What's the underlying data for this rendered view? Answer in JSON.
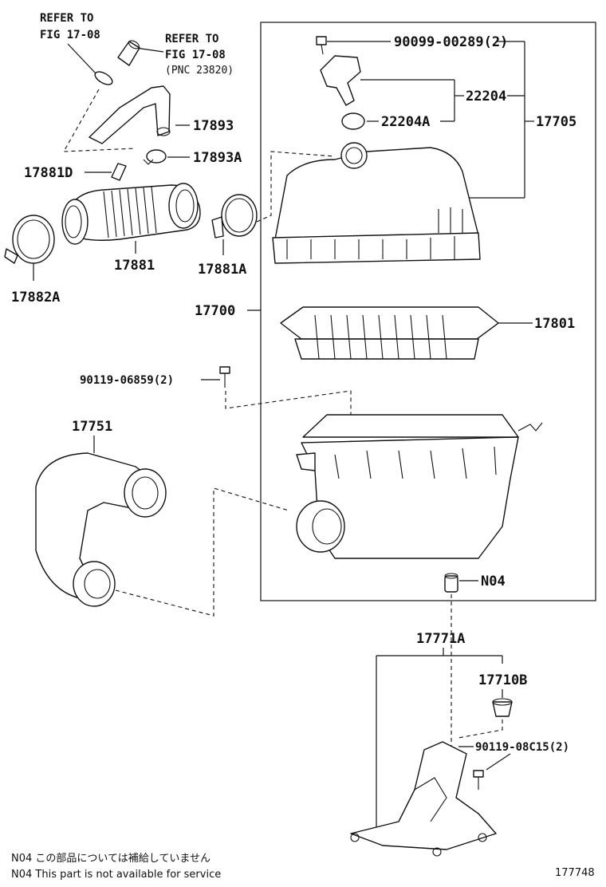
{
  "refs": {
    "ref1_line1": "REFER TO",
    "ref1_line2": "FIG 17-08",
    "ref2_line1": "REFER TO",
    "ref2_line2": "FIG 17-08",
    "ref2_line3": "(PNC 23820)"
  },
  "parts": {
    "p90099": "90099-00289(2)",
    "p22204": "22204",
    "p22204A": "22204A",
    "p17705": "17705",
    "p17893": "17893",
    "p17893A": "17893A",
    "p17881D": "17881D",
    "p17881": "17881",
    "p17881A": "17881A",
    "p17882A": "17882A",
    "p17700": "17700",
    "p17801": "17801",
    "p90119_06859": "90119-06859(2)",
    "p17751": "17751",
    "pN04": "N04",
    "p17771A": "17771A",
    "p17710B": "17710B",
    "p90119_08C15": "90119-08C15(2)"
  },
  "notes": {
    "jp": "N04  この部品については補給していません",
    "en": "N04  This part is not available for service"
  },
  "figure_id": "177748"
}
